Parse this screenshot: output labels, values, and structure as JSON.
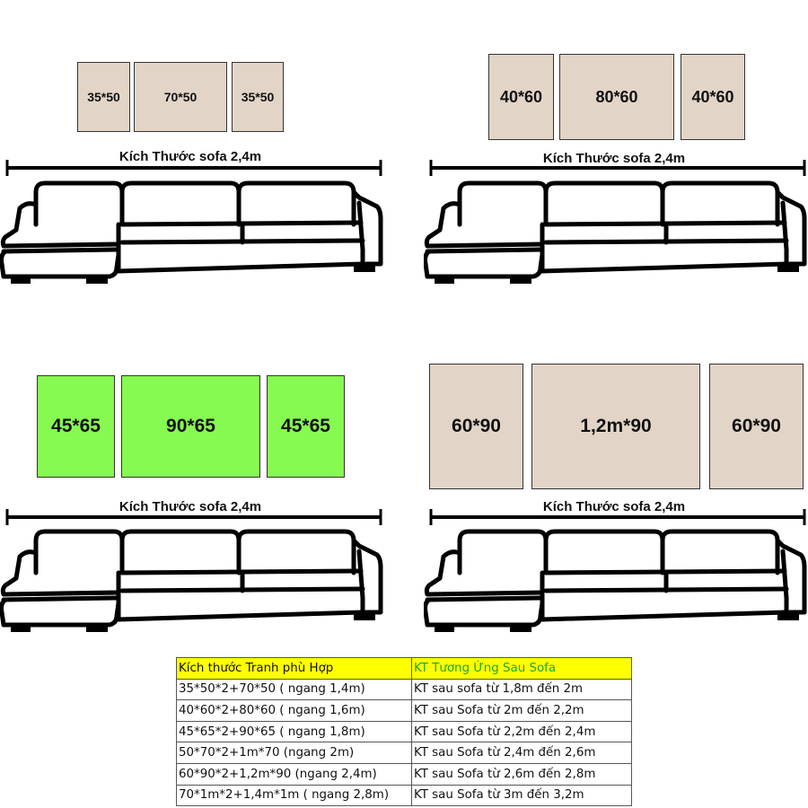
{
  "colors": {
    "frame_beige": "#e2d5c8",
    "frame_green": "#87fa51",
    "header_yellow": "#ffff00",
    "header_green_text": "#21a336",
    "outline": "#000000"
  },
  "layouts": [
    {
      "frames": [
        "35*50",
        "70*50",
        "35*50"
      ],
      "fill": "beige",
      "sofa_label": "Kích Thước sofa 2,4m"
    },
    {
      "frames": [
        "40*60",
        "80*60",
        "40*60"
      ],
      "fill": "beige",
      "sofa_label": "Kích Thước sofa 2,4m"
    },
    {
      "frames": [
        "45*65",
        "90*65",
        "45*65"
      ],
      "fill": "green",
      "sofa_label": "Kích Thước sofa 2,4m"
    },
    {
      "frames": [
        "60*90",
        "1,2m*90",
        "60*90"
      ],
      "fill": "beige",
      "sofa_label": "Kích Thước sofa 2,4m"
    }
  ],
  "table": {
    "headers": [
      "Kích thước Tranh phù Hợp",
      "KT Tương Ứng Sau Sofa"
    ],
    "rows": [
      [
        "35*50*2+70*50 ( ngang 1,4m)",
        "KT sau sofa từ 1,8m đến 2m"
      ],
      [
        "40*60*2+80*60 ( ngang 1,6m)",
        "KT sau Sofa từ 2m đến 2,2m"
      ],
      [
        "45*65*2+90*65  ( ngang 1,8m)",
        "KT sau Sofa từ 2,2m đến 2,4m"
      ],
      [
        "50*70*2+1m*70  (ngang 2m)",
        "KT sau Sofa từ 2,4m đến 2,6m"
      ],
      [
        "60*90*2+1,2m*90  (ngang 2,4m)",
        "KT sau Sofa từ 2,6m đến 2,8m"
      ],
      [
        "70*1m*2+1,4m*1m  ( ngang 2,8m)",
        "KT sau Sofa từ 3m đến 3,2m"
      ]
    ]
  }
}
